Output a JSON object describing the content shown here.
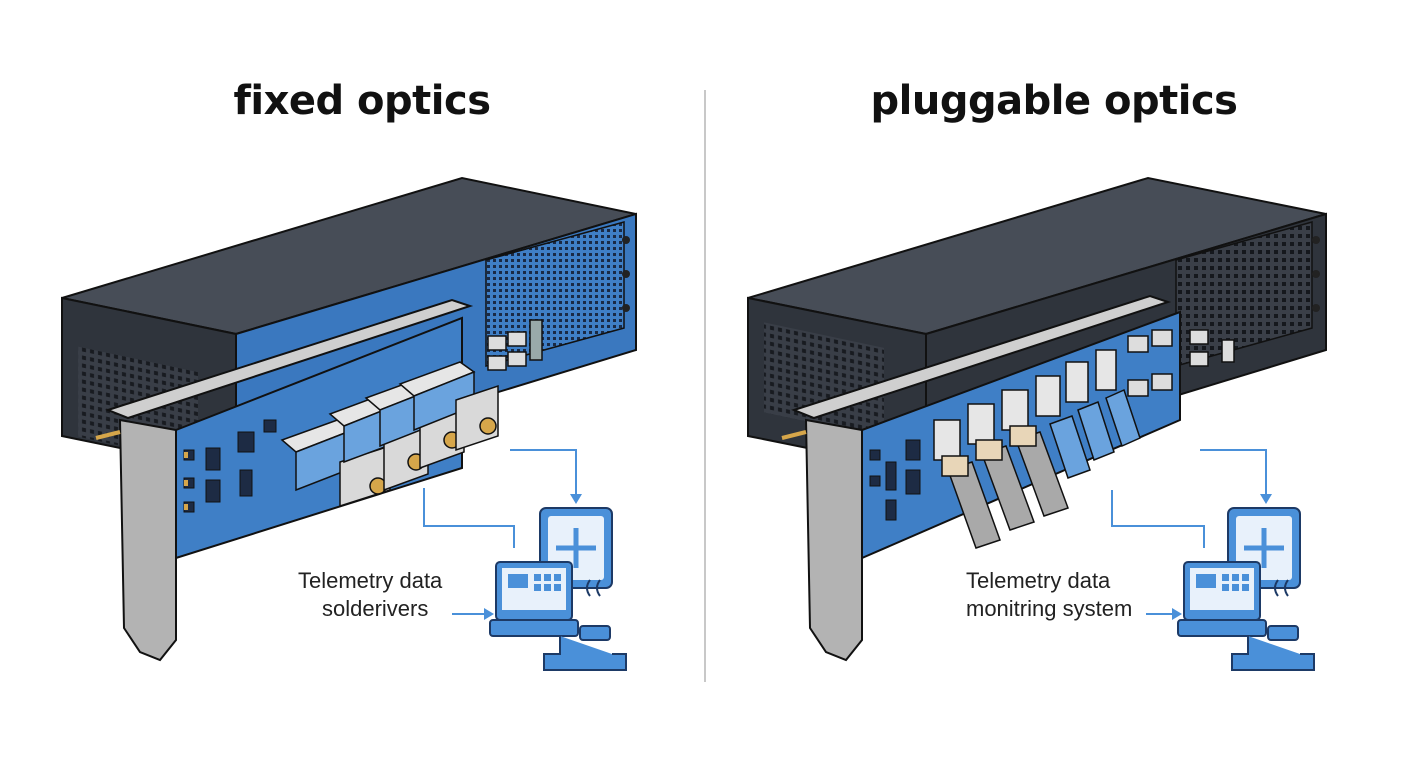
{
  "left": {
    "title": "fixed optics",
    "caption_line1": "Telemetry data",
    "caption_line2": "solderivers"
  },
  "right": {
    "title": "pluggable optics",
    "caption_line1": "Telemetry data",
    "caption_line2": "monitring system"
  },
  "colors": {
    "chassis_top": "#454b55",
    "chassis_front": "#2f343c",
    "pcb_blue": "#3f7fc6",
    "bracket_gray": "#b3b3b3",
    "accent_blue": "#4a90d9",
    "gold": "#d6a64a"
  }
}
